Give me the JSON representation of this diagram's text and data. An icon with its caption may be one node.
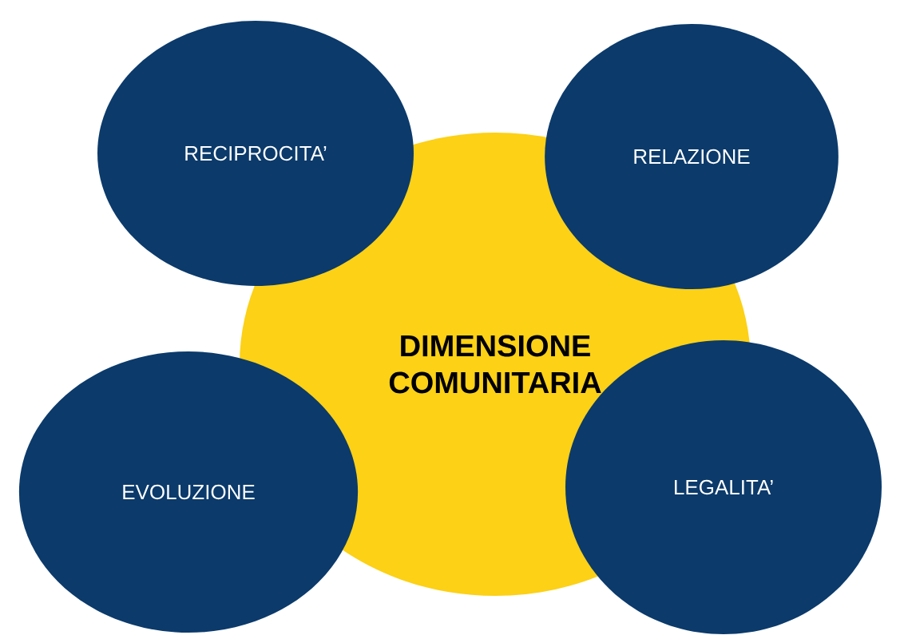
{
  "diagram": {
    "nodes": [
      {
        "text": [
          "RECIPROCITA’"
        ]
      },
      {
        "text": [
          "RELAZIONE"
        ]
      },
      {
        "text": [
          "DIMENSIONE COMUNITARIA"
        ]
      },
      {
        "text": [
          "EVOLUZIONE"
        ]
      },
      {
        "text": [
          "LEGALITA’"
        ]
      }
    ]
  }
}
